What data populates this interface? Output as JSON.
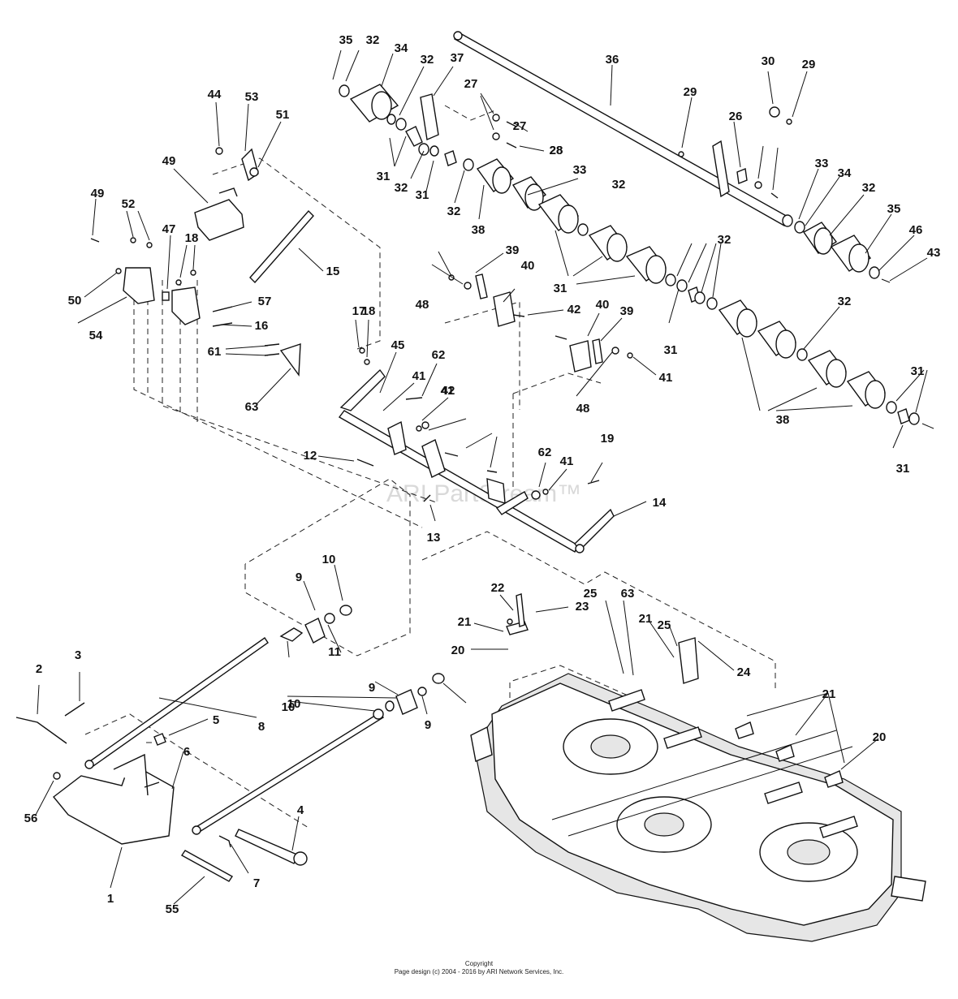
{
  "watermark": "ARI PartStream™",
  "footer": {
    "line1": "Copyright",
    "line2": "Page design (c) 2004 - 2016 by ARI Network Services, Inc."
  },
  "callouts": [
    "35",
    "32",
    "34",
    "32",
    "37",
    "36",
    "30",
    "29",
    "29",
    "26",
    "27",
    "28",
    "27",
    "28",
    "31",
    "32",
    "31",
    "32",
    "33",
    "38",
    "31",
    "32",
    "33",
    "34",
    "32",
    "35",
    "46",
    "43",
    "44",
    "53",
    "51",
    "49",
    "49",
    "52",
    "18",
    "47",
    "50",
    "54",
    "57",
    "16",
    "15",
    "61",
    "63",
    "17",
    "18",
    "45",
    "41",
    "62",
    "42",
    "41",
    "39",
    "40",
    "48",
    "42",
    "40",
    "39",
    "48",
    "41",
    "32",
    "31",
    "31",
    "32",
    "38",
    "31",
    "12",
    "13",
    "14",
    "19",
    "62",
    "41",
    "10",
    "9",
    "11",
    "9",
    "10",
    "10",
    "9",
    "3",
    "2",
    "5",
    "6",
    "8",
    "56",
    "4",
    "1",
    "55",
    "7",
    "22",
    "23",
    "21",
    "20",
    "25",
    "63",
    "21",
    "25",
    "24",
    "21",
    "20"
  ]
}
